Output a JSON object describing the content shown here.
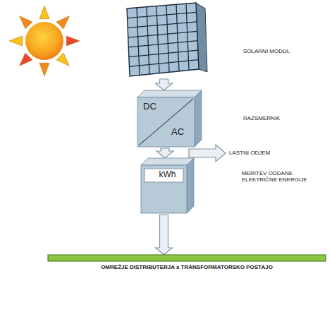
{
  "diagram": {
    "nodes": [
      {
        "text": [
          "SOLARNI MODUL"
        ]
      },
      {
        "text": [
          "DC",
          "AC",
          "RAZSMERNIK"
        ]
      },
      {
        "text": [
          "kWh",
          "MERITEV ODDANE ELEKTRIČNE ENERGIJE"
        ]
      },
      {
        "text": [
          "OMREŽJE DISTRIBUTERJA s TRANSFORMATORSKO POSTAJO"
        ]
      }
    ],
    "edges": [
      {
        "from": 0,
        "to": 1,
        "arrow": "to"
      },
      {
        "from": 1,
        "to": 2,
        "arrow": "to"
      },
      {
        "from": 2,
        "to": 3,
        "arrow": "to"
      }
    ],
    "labels": [
      "LASTNI ODJEM"
    ]
  }
}
